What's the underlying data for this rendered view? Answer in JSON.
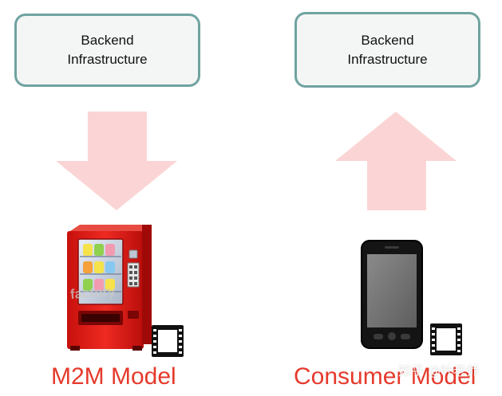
{
  "left_panel": {
    "backend_line1": "Backend",
    "backend_line2": "Infrastructure",
    "arrow_direction": "down",
    "label": "M2M Model",
    "device_icon": "vending-machine-icon",
    "chip_icon": "sim-card-icon"
  },
  "right_panel": {
    "backend_line1": "Backend",
    "backend_line2": "Infrastructure",
    "arrow_direction": "up",
    "label": "Consumer Model",
    "device_icon": "smartphone-icon",
    "chip_icon": "sim-card-icon"
  },
  "vending_machine_brand": "factory",
  "watermark": "知乎 @叶老师",
  "colors": {
    "box_border": "#6fa3a0",
    "box_fill": "#f4f5f5",
    "arrow_fill": "#fbd5d5",
    "label_color": "#e53a2c"
  }
}
